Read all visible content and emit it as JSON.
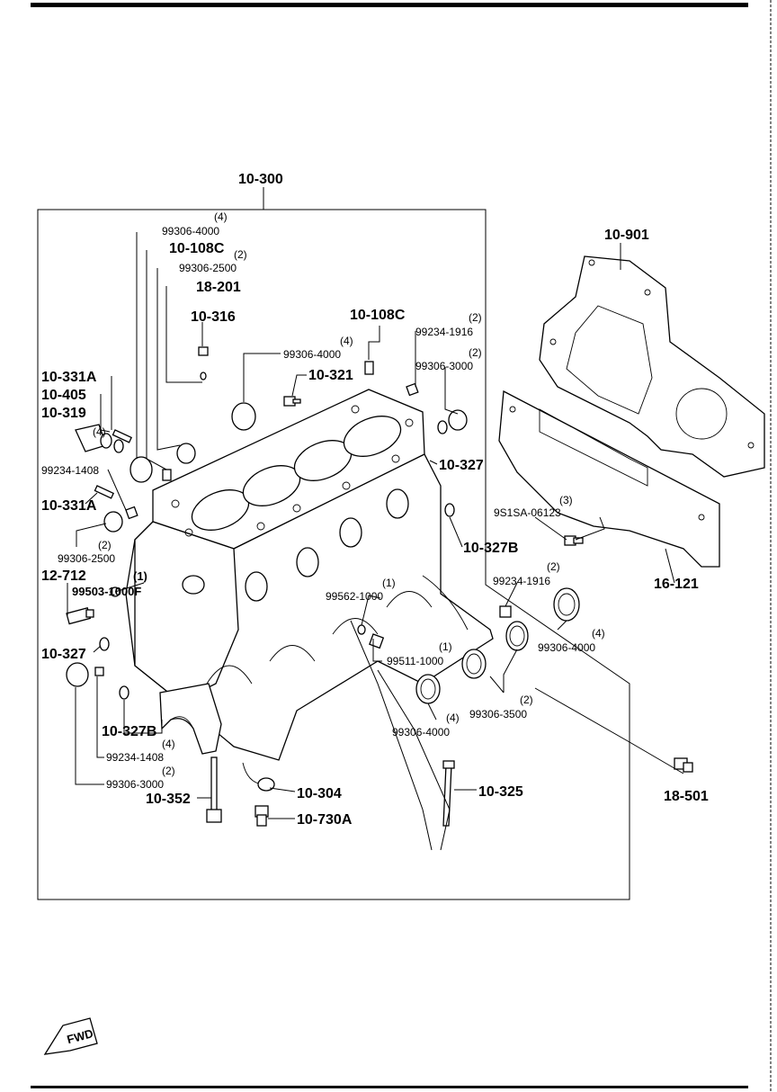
{
  "labels": {
    "l_10_300": "10-300",
    "l_10_901": "10-901",
    "l_16_121": "16-121",
    "l_9s1sa": "9S1SA-06123",
    "l_9s1sa_q": "(3)",
    "l_18_501": "18-501",
    "l_99306_4000_a": "99306-4000",
    "l_99306_4000_a_q": "(4)",
    "l_10_108c_a": "10-108C",
    "l_99306_2500_a": "99306-2500",
    "l_99306_2500_a_q": "(2)",
    "l_18_201": "18-201",
    "l_10_316": "10-316",
    "l_99306_4000_b": "99306-4000",
    "l_99306_4000_b_q": "(4)",
    "l_10_321": "10-321",
    "l_10_108c_b": "10-108C",
    "l_99234_1916_a": "99234-1916",
    "l_99234_1916_a_q": "(2)",
    "l_99306_3000_a": "99306-3000",
    "l_99306_3000_a_q": "(2)",
    "l_10_327_a": "10-327",
    "l_10_327b_a": "10-327B",
    "l_10_331a_a": "10-331A",
    "l_10_405": "10-405",
    "l_10_319": "10-319",
    "l_10_319_q": "(4)",
    "l_99234_1408_a": "99234-1408",
    "l_10_331a_b": "10-331A",
    "l_99306_2500_b": "99306-2500",
    "l_99306_2500_b_q": "(2)",
    "l_12_712": "12-712",
    "l_99503": "99503-1000F",
    "l_99503_q": "(1)",
    "l_10_327_b": "10-327",
    "l_99562_1000": "99562-1000",
    "l_99562_1000_q": "(1)",
    "l_99511_1000": "99511-1000",
    "l_99511_1000_q": "(1)",
    "l_99234_1916_b": "99234-1916",
    "l_99234_1916_b_q": "(2)",
    "l_99306_4000_c": "99306-4000",
    "l_99306_4000_c_q": "(4)",
    "l_99306_3500": "99306-3500",
    "l_99306_3500_q": "(2)",
    "l_99306_4000_d": "99306-4000",
    "l_99306_4000_d_q": "(4)",
    "l_10_327b_b": "10-327B",
    "l_99234_1408_b": "99234-1408",
    "l_99234_1408_b_q": "(4)",
    "l_99306_3000_b": "99306-3000",
    "l_99306_3000_b_q": "(2)",
    "l_10_352": "10-352",
    "l_10_304": "10-304",
    "l_10_730a": "10-730A",
    "l_10_325": "10-325",
    "l_fwd": "FWD"
  }
}
